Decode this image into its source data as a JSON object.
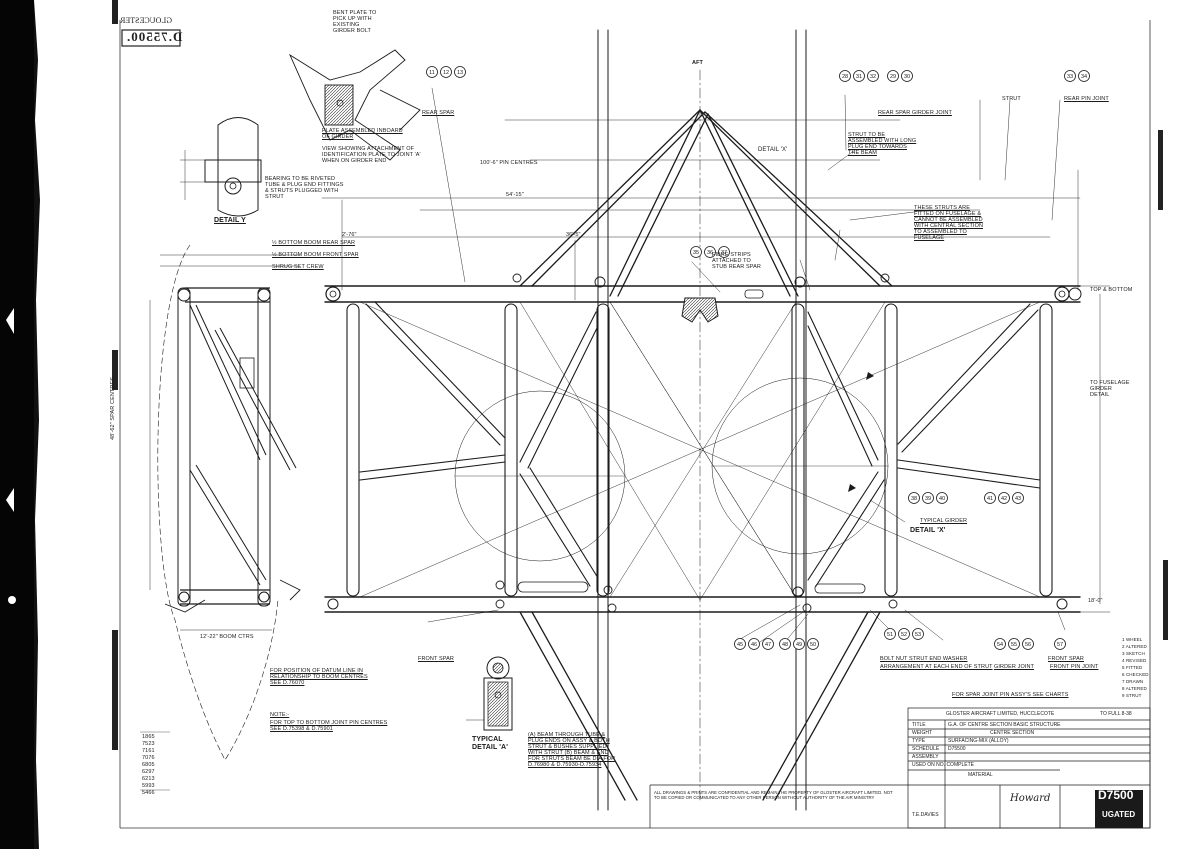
{
  "drawing_number": "D.75500.",
  "drawing_number_stamp_extra": "GLOUCESTER",
  "ft_label": "AFT",
  "detail_y": {
    "title": "DETAIL Y",
    "note": "BEARING TO BE RIVETED TUBE & PLUG END FITTINGS & STRUTS PLUGGED WITH STRUT"
  },
  "plate_note_1": "BENT PLATE TO PICK UP WITH EXISTING GIRDER BOLT",
  "plate_note_2": "PLATE ASSEMBLED INBOARD OF GIRDER",
  "plate_note_3": "VIEW SHOWING ATTACHMENT OF IDENTIFICATION PLATE TO JOINT 'A' WHEN ON GIRDER END",
  "dim_pin_centres": "100'-6\" PIN CENTRES",
  "dim_54": "54'-15\"",
  "dim_36": "36'-5\"",
  "dim_276": "2'-76\"",
  "dim_18": "18'-0\"",
  "dim_boom": "12'-22\" BOOM CTRS",
  "dim_spar_centres": "48'-62\" SPAR CENTRES",
  "top_bottom_note": "TOP & BOTTOM",
  "bottom_boom_note_1": "½ BOTTOM BOOM REAR SPAR",
  "bottom_boom_note_2": "½ BOTTOM BOOM FRONT SPAR",
  "bottom_boom_note_3": "SHRUG SET CREW",
  "rear_spar_label": "REAR SPAR",
  "front_spar_label": "FRONT SPAR",
  "front_spar_label_2": "FRONT SPAR",
  "struts_note": "THESE STRUTS ARE FITTED ON FUSELAGE & CANNOT BE ASSEMBLED WITH CENTRAL SECTION TO ASSEMBLED TO FUSELAGE",
  "strut_note_2": "STRUT TO BE ASSEMBLED WITH LONG PLUG END TOWARDS THE BEAM",
  "rear spar girder joint": "REAR SPAR GIRDER JOINT",
  "rear_spar_joint": "REAR PIN JOINT",
  "fibre_strips": "FIBRE STRIPS ATTACHED TO STUB REAR SPAR",
  "detail_x_label": "DETAIL 'X'",
  "detail_x_small": "DETAIL 'X'",
  "typical_detail": "TYPICAL DETAIL 'A'",
  "datum_note": "FOR POSITION OF DATUM LINE IN RELATIONSHIP TO BOOM CENTRES SEE D.76070",
  "note_heading": "NOTE:-",
  "note_body": "FOR TOP TO BOTTOM JOINT PIN CENTRES SEE D.75398 & D.75901",
  "beam_notes": "(A) BEAM THROUGH TUBE & PLUG ENDS ON ASSY & BOTH STRUT & BUSHES SUPPLIED WITH STRUT  (B) BEAM & END FOR STRUTS BEAM BE DIA FOR D.76980 & D.75930-D.75934",
  "joints_note": "FOR SPAR JOINT PIN ASSY'S SEE CHARTS",
  "bolt_nut": "BOLT NUT STRUT END WASHER",
  "arrangement_note": "ARRANGEMENT AT EACH END OF STRUT",
  "front_spar_joint": "FRONT PIN JOINT",
  "girder_joint": "GIRDER JOINT",
  "typical_girder": "TYPICAL GIRDER",
  "strut_lbl": "STRUT",
  "rear_fuselage": "TO FUSELAGE GIRDER DETAIL",
  "bubble_groups": [
    [
      "28",
      "31",
      "32"
    ],
    [
      "29",
      "30"
    ],
    [
      "33",
      "34"
    ],
    [
      "11",
      "12",
      "13"
    ],
    [
      "35",
      "36",
      "37"
    ],
    [
      "38",
      "39",
      "40"
    ],
    [
      "41",
      "42",
      "43"
    ],
    [
      "45",
      "46",
      "47"
    ],
    [
      "48",
      "49",
      "50"
    ],
    [
      "51",
      "52",
      "53"
    ],
    [
      "54",
      "55",
      "56"
    ],
    [
      "57"
    ]
  ],
  "parts_cols": [
    "1865",
    "7523",
    "7161",
    "7076",
    "6805",
    "6297",
    "6213",
    "5993",
    "5466"
  ],
  "revision_codes": [
    "1 WHEEL",
    "2 ALTERED",
    "3 SKETCH",
    "4 REVISED",
    "5 FITTED",
    "6 CHECKED",
    "7 DRAWN",
    "8 ALTERED",
    "9 STRUT"
  ],
  "title_block": {
    "firm": "GLOSTER AIRCRAFT LIMITED, HUCCLECOTE",
    "title_label": "TITLE",
    "title_value": "G.A. OF CENTRE SECTION BASIC STRUCTURE",
    "weight_label": "WEIGHT",
    "weight_value": "CENTRE SECTION",
    "type_label": "TYPE",
    "type_value": "SURFACING-MIX (ALLOY)",
    "schedule_label": "SCHEDULE",
    "schedule_value": "D75500",
    "assembly_label": "ASSEMBLY",
    "assembly_value": "",
    "material_label": "MATERIAL",
    "used_on": "USED ON NO. COMPLETE",
    "scale": "TO FULL 8-38",
    "drawn_by": "T.E.DAVIES",
    "signature": "Howard",
    "stamp_number": "D7500",
    "stamp_word": "UGATED",
    "warning": "ALL DRAWINGS & PRINTS ARE CONFIDENTIAL AND REMAIN THE PROPERTY OF GLOSTER AIRCRAFT LIMITED. NOT TO BE COPIED OR COMMUNICATED TO ANY OTHER PERSON WITHOUT AUTHORITY OF THE AIR MINISTRY"
  },
  "colors": {
    "ink": "#1b1b1b",
    "paper": "#ffffff",
    "edge": "#000000"
  }
}
